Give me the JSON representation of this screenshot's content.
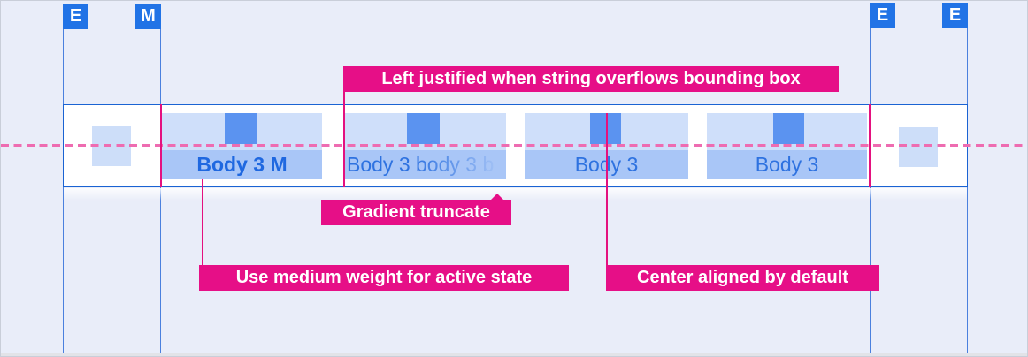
{
  "markers": [
    {
      "label": "E"
    },
    {
      "label": "M"
    },
    {
      "label": "E"
    },
    {
      "label": "E"
    }
  ],
  "annotations": {
    "left_justified": "Left justified when string overflows bounding box",
    "gradient_truncate": "Gradient truncate",
    "medium_weight": "Use medium weight for active state",
    "center_aligned": "Center aligned by default"
  },
  "tabs": [
    {
      "label": "Body 3 M",
      "state": "active"
    },
    {
      "label": "Body 3 body 3 b",
      "state": "truncated"
    },
    {
      "label": "Body 3",
      "state": "default"
    },
    {
      "label": "Body 3",
      "state": "default"
    }
  ],
  "colors": {
    "background": "#e9edf9",
    "annotation_pink": "#e60f87",
    "leader_pink": "#e4117f",
    "dashed_pink": "#ee6cb1",
    "marker_blue": "#2173e6",
    "band_border_blue": "#1a63d3",
    "tab_hit_area": "#cfdffa",
    "tab_icon": "#5b93f0",
    "tab_label_bg": "#a9c6f7",
    "tab_text_blue": "#2e72e0",
    "active_text_blue": "#1f68e0"
  }
}
